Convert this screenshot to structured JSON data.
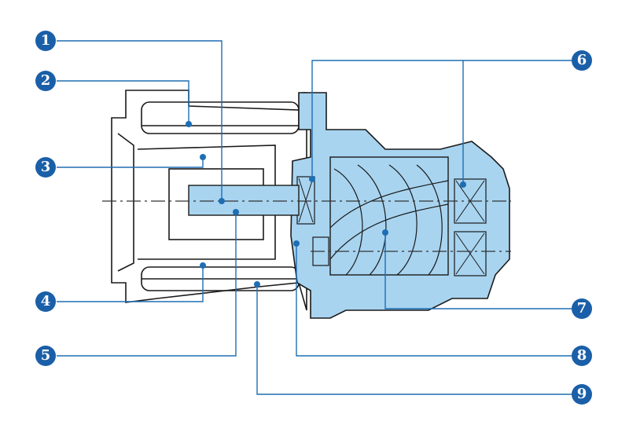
{
  "colors": {
    "accent": "#1a5fa8",
    "leader": "#1e6eb4",
    "fill": "#a8d4f0",
    "outline": "#1a1a1a"
  },
  "callouts": [
    {
      "label": "1"
    },
    {
      "label": "2"
    },
    {
      "label": "3"
    },
    {
      "label": "4"
    },
    {
      "label": "5"
    },
    {
      "label": "6"
    },
    {
      "label": "7"
    },
    {
      "label": "8"
    },
    {
      "label": "9"
    }
  ]
}
